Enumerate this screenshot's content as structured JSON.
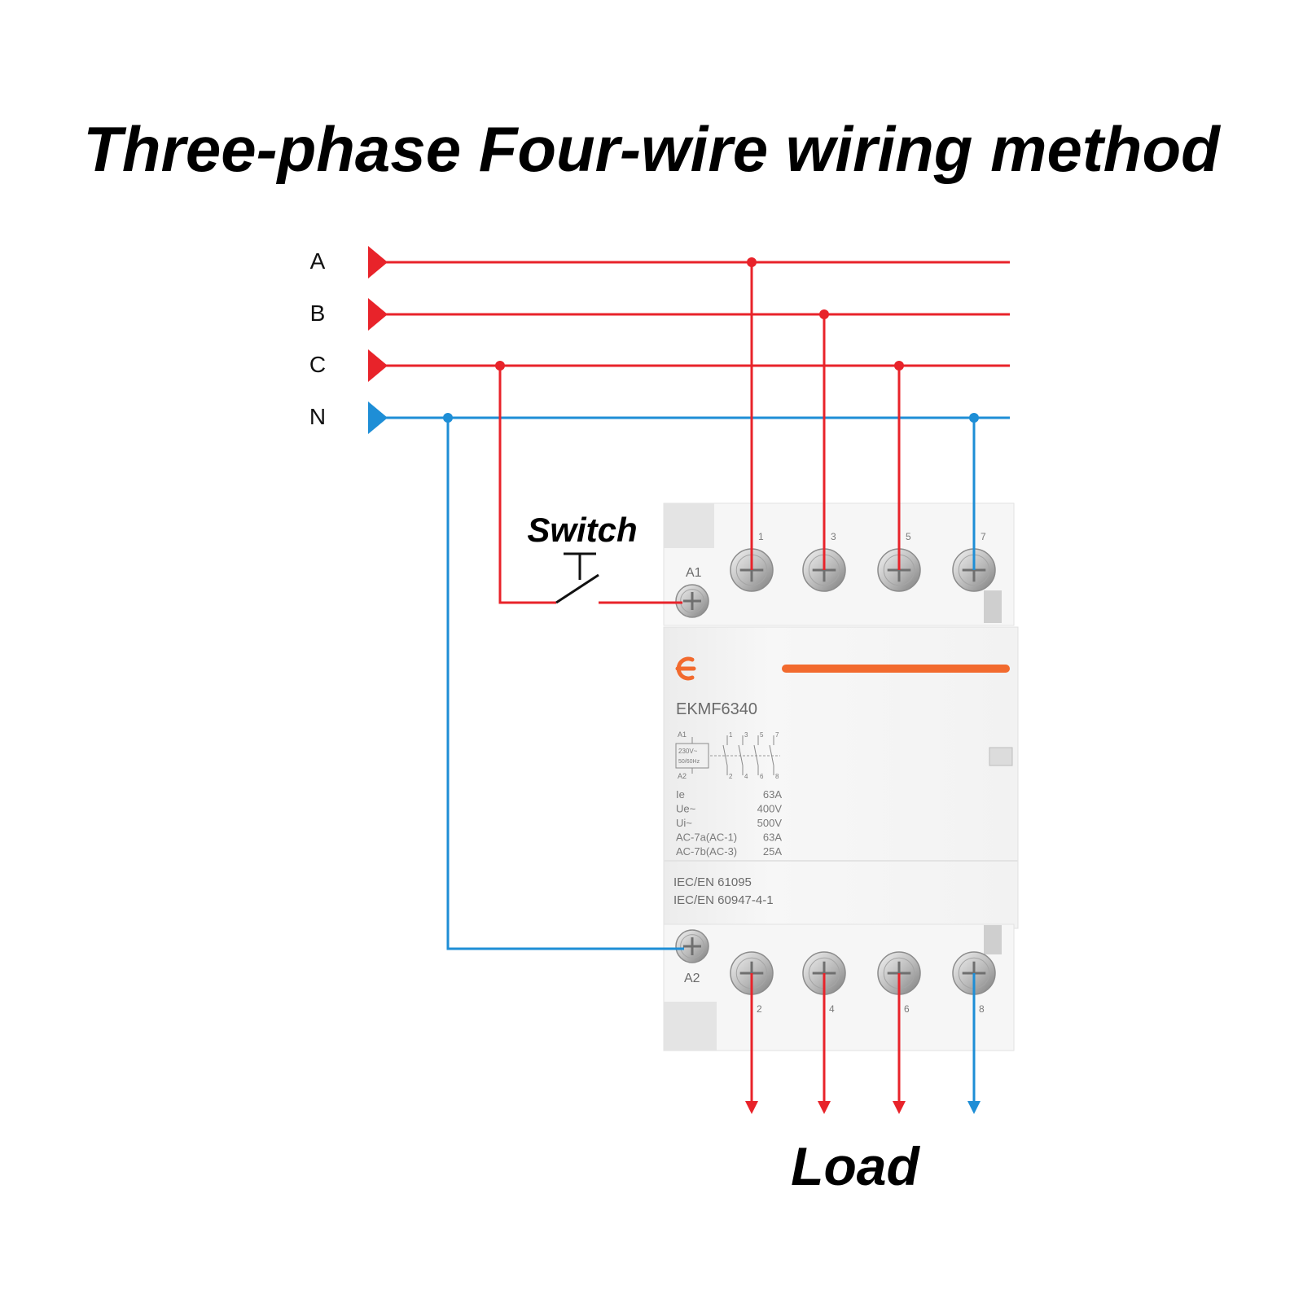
{
  "title": "Three-phase Four-wire wiring method",
  "phases": [
    {
      "label": "A",
      "color": "#e8232a"
    },
    {
      "label": "B",
      "color": "#e8232a"
    },
    {
      "label": "C",
      "color": "#e8232a"
    },
    {
      "label": "N",
      "color": "#1e8ed6"
    }
  ],
  "colors": {
    "phase": "#e8232a",
    "neutral": "#1e8ed6",
    "accent": "#f26a2e"
  },
  "switch_label": "Switch",
  "load_label": "Load",
  "device": {
    "brand_icon": "e-logo-icon",
    "model": "EKMF6340",
    "coil_terminals": {
      "top": "A1",
      "bottom": "A2"
    },
    "top_terminal_numbers": [
      "1",
      "3",
      "5",
      "7"
    ],
    "bottom_terminal_numbers": [
      "2",
      "4",
      "6",
      "8"
    ],
    "schematic": {
      "coil_top": "A1",
      "coil_bottom": "A2",
      "coil_rating_1": "230V~",
      "coil_rating_2": "50/60Hz"
    },
    "specs": [
      {
        "name": "Ie",
        "value": "63A"
      },
      {
        "name": "Ue~",
        "value": "400V"
      },
      {
        "name": "Ui~",
        "value": "500V"
      },
      {
        "name": "AC-7a(AC-1)",
        "value": "63A"
      },
      {
        "name": "AC-7b(AC-3)",
        "value": "25A"
      }
    ],
    "standards": [
      "IEC/EN 61095",
      "IEC/EN 60947-4-1"
    ]
  }
}
